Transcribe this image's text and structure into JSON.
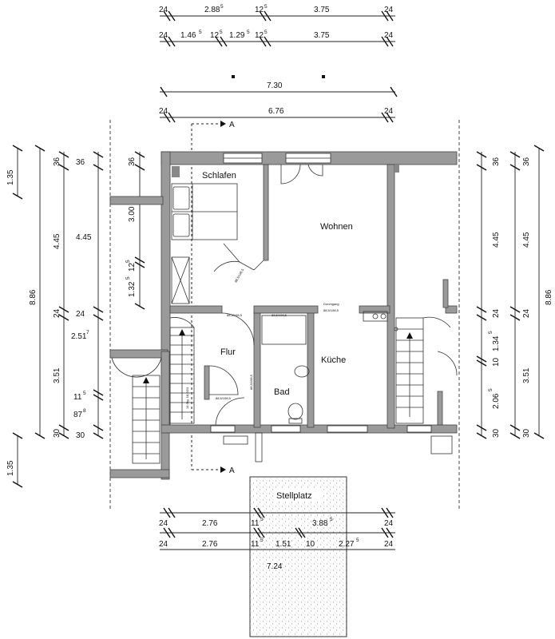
{
  "rooms": {
    "schlafen": "Schlafen",
    "wohnen": "Wohnen",
    "flur": "Flur",
    "kueche": "Küche",
    "bad": "Bad",
    "stellplatz": "Stellplatz"
  },
  "section_marker": "A",
  "door_notes": {
    "d1": "88,5/198,5",
    "d2": "88,5/198,5",
    "d3": "88,5/198,5",
    "d4": "88,5/198,5",
    "d5": "88,5/198,5",
    "durchgang_label": "Durchgang",
    "durchgang_size": "88,5/198,5",
    "stairs": "14 Stg. 18,6/23"
  },
  "dims_top": {
    "row1": [
      "24",
      "2.88",
      "5",
      "12",
      "5",
      "3.75",
      "24"
    ],
    "row2": [
      "24",
      "1.46",
      "5",
      "12",
      "5",
      "1.29",
      "5",
      "12",
      "5",
      "3.75",
      "24"
    ],
    "overall": "7.30",
    "row4": [
      "24",
      "6.76",
      "24"
    ]
  },
  "dims_bottom": {
    "row1": [
      "24",
      "2.76",
      "11",
      "5",
      "3.88",
      "5",
      "24"
    ],
    "row2": [
      "24",
      "2.76",
      "11",
      "5",
      "1.51",
      "10",
      "2.27",
      "5",
      "24"
    ],
    "overall": "7.24"
  },
  "dims_left": {
    "c1": [
      "1.35",
      "1.35"
    ],
    "total": "8.86",
    "c3": [
      "36",
      "4.45",
      "24",
      "3.51",
      "30"
    ],
    "c4": [
      "36",
      "24",
      "2.51",
      "7",
      "11",
      "5",
      "87",
      "8",
      "30"
    ],
    "c5": [
      "36",
      "3.00",
      "1.32",
      "5",
      "12",
      "5"
    ]
  },
  "dims_right": {
    "c1": [
      "36",
      "4.45",
      "24",
      "10",
      "1.34",
      "5",
      "2.06",
      "5",
      "30"
    ],
    "c2": [
      "36",
      "4.45",
      "24",
      "3.51",
      "30"
    ],
    "total": "8.86"
  }
}
